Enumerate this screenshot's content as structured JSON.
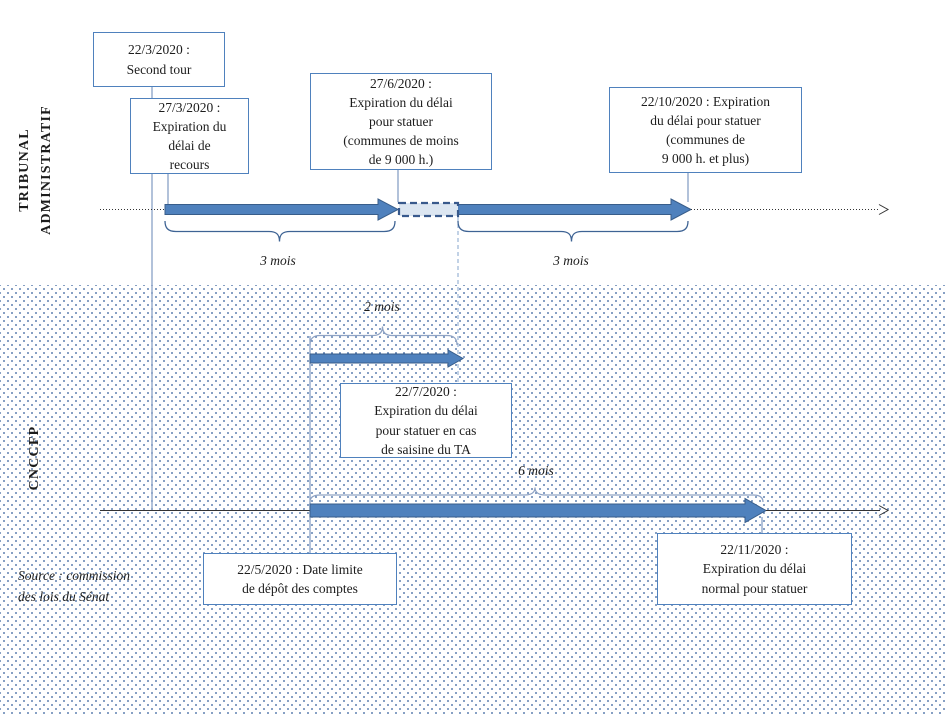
{
  "sections": {
    "tribunal_administratif": "TRIBUNAL\nADMINISTRATIF",
    "cnccfp": "CNCCFP"
  },
  "events": {
    "second_tour": "22/3/2020 :\nSecond tour",
    "expiration_delai_recours": "27/3/2020 :\nExpiration du\ndélai de\nrecours",
    "expiration_statuer_moins_9000": "27/6/2020 :\nExpiration du délai\npour statuer\n(communes de moins\nde 9 000 h.)",
    "expiration_statuer_9000_plus": "22/10/2020 : Expiration\ndu délai pour statuer\n(communes de\n9 000 h. et plus)",
    "expiration_saisine_ta": "22/7/2020 :\nExpiration du délai\npour statuer en cas\nde saisine du TA",
    "depot_comptes": "22/5/2020 : Date limite\nde dépôt des comptes",
    "expiration_delai_normal": "22/11/2020 :\nExpiration du délai\nnormal pour statuer"
  },
  "durations": {
    "ta_recours": "3 mois",
    "ta_statuer": "3 mois",
    "cnccfp_saisine": "2 mois",
    "cnccfp_normal": "6 mois"
  },
  "source": "Source : commission\ndes lois du Sénat",
  "colors": {
    "arrow_fill": "#4F81BD",
    "arrow_border": "#385D8A",
    "box_border": "#4F81BD",
    "connector_light": "#7E99C2",
    "dashed_segment_fill": "#DCE6F1",
    "brace_dark": "#3E6394",
    "brace_light": "#8FA3C4",
    "dots": "#5F81B0",
    "axis": "#333333"
  }
}
